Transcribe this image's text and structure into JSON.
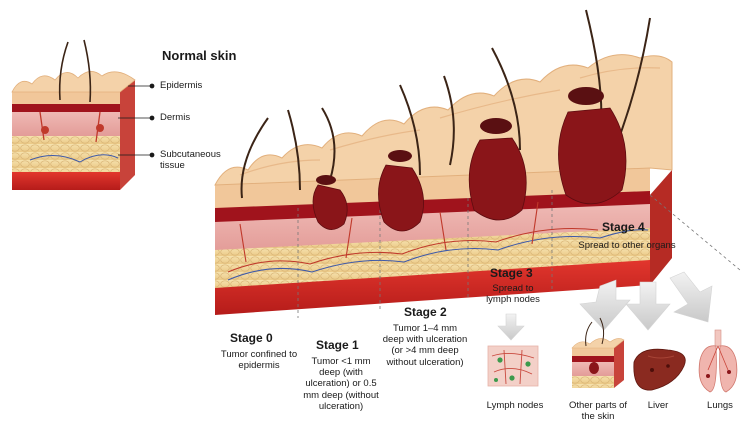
{
  "normal_skin": {
    "title": "Normal skin",
    "layers": [
      "Epidermis",
      "Dermis",
      "Subcutaneous tissue"
    ]
  },
  "stages": [
    {
      "title": "Stage 0",
      "description": "Tumor confined to epidermis"
    },
    {
      "title": "Stage 1",
      "description": "Tumor <1 mm deep (with ulceration) or 0.5 mm deep (without ulceration)"
    },
    {
      "title": "Stage 2",
      "description": "Tumor 1–4 mm deep with ulceration (or >4 mm deep without ulceration)"
    },
    {
      "title": "Stage 3",
      "description": "Spread to lymph nodes"
    },
    {
      "title": "Stage 4",
      "description": "Spread to other organs"
    }
  ],
  "organs": {
    "lymph": "Lymph nodes",
    "skin": "Other parts of the skin",
    "liver": "Liver",
    "lungs": "Lungs"
  },
  "colors": {
    "epidermis": "#f1c79a",
    "dermis_top": "#a0131c",
    "dermis": "#e9a7a5",
    "fat": "#f2dca2",
    "base": "#d4241f",
    "tumor": "#8a1519"
  }
}
